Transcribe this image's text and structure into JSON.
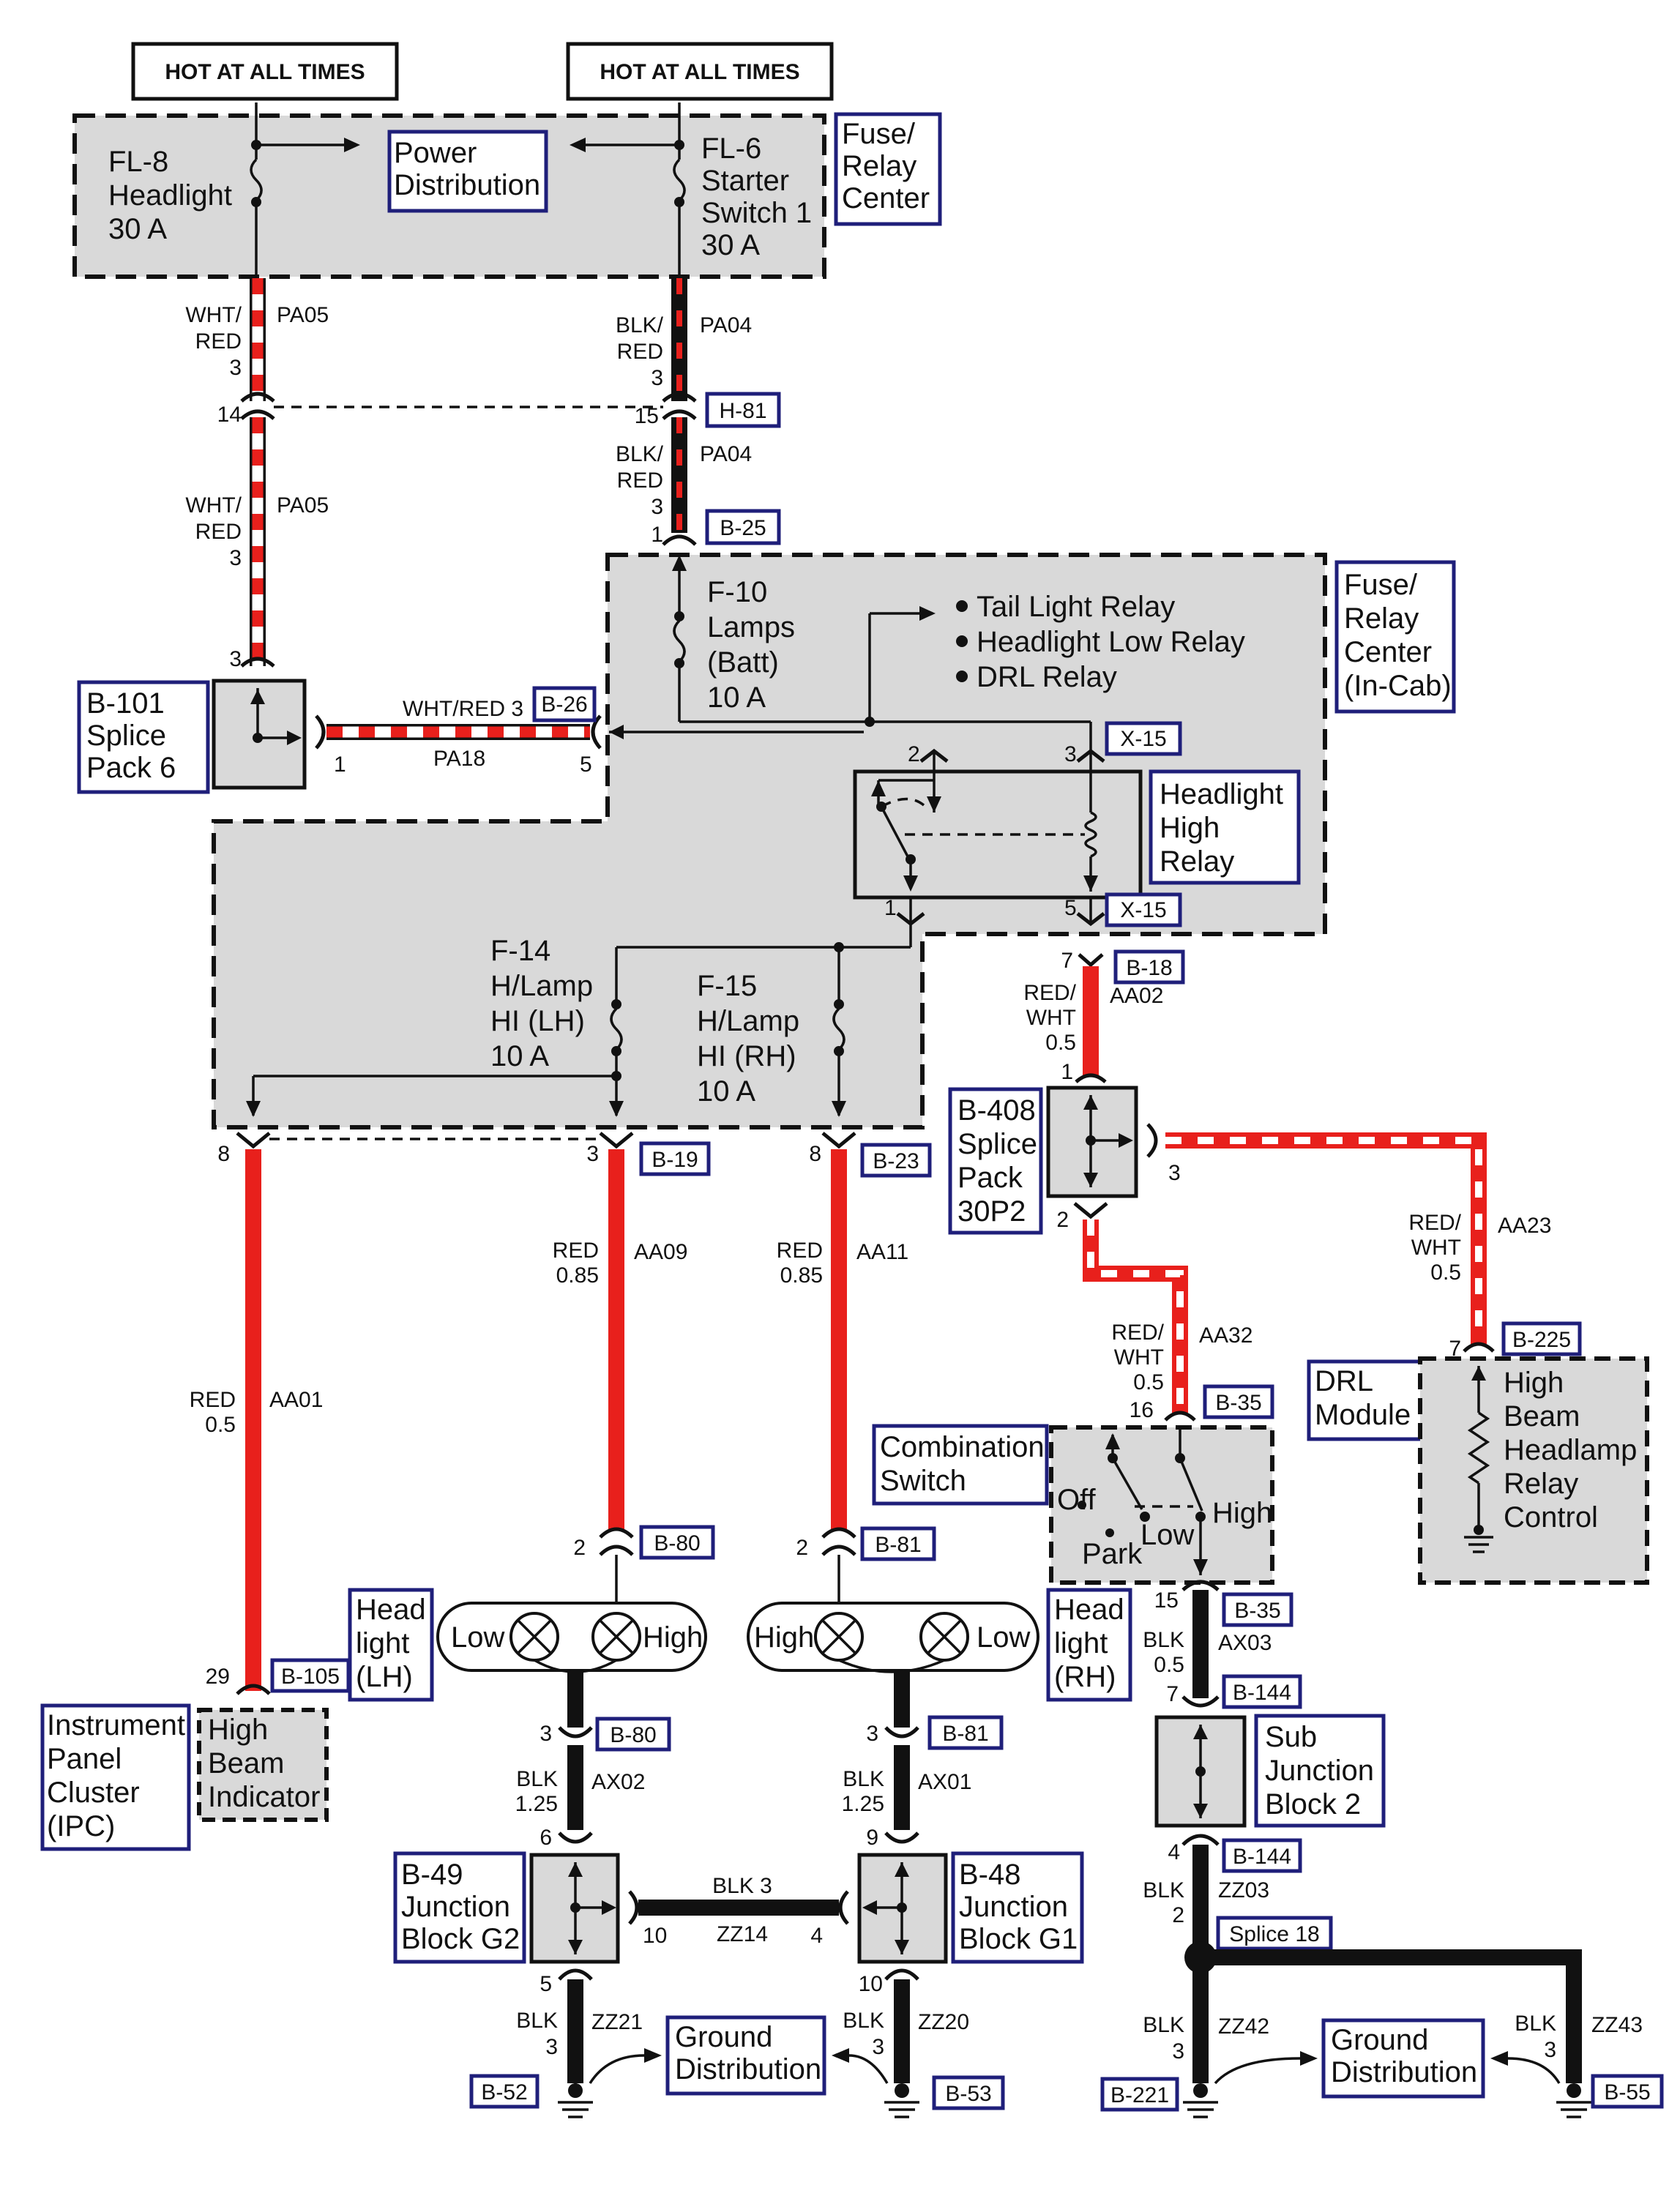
{
  "headers": {
    "hot_left": "HOT AT ALL TIMES",
    "hot_right": "HOT AT ALL TIMES"
  },
  "top_center": {
    "fl8": [
      "FL-8",
      "Headlight",
      "30 A"
    ],
    "power_distribution": [
      "Power",
      "Distribution"
    ],
    "fl6": [
      "FL-6",
      "Starter",
      "Switch 1",
      "30 A"
    ],
    "fuse_relay_center": [
      "Fuse/",
      "Relay",
      "Center"
    ]
  },
  "wires_top": {
    "left_color": [
      "WHT/",
      "RED"
    ],
    "left_size": "3",
    "left_circuit": "PA05",
    "right_color": [
      "BLK/",
      "RED"
    ],
    "right_size": "3",
    "right_circuit": "PA04",
    "pin14": "14",
    "pin15": "15",
    "h81": "H-81",
    "pin1": "1",
    "b25": "B-25",
    "left_pin3": "3"
  },
  "splice_b101": {
    "label": [
      "B-101",
      "Splice",
      "Pack 6"
    ],
    "pa18_color": "WHT/RED 3",
    "pa18_circuit": "PA18",
    "pin1": "1",
    "pin5": "5",
    "b26": "B-26"
  },
  "incab": {
    "f10": [
      "F-10",
      "Lamps",
      "(Batt)",
      "10 A"
    ],
    "relay_list": [
      "Tail Light Relay",
      "Headlight Low Relay",
      "DRL Relay"
    ],
    "center": [
      "Fuse/",
      "Relay",
      "Center",
      "(In-Cab)"
    ],
    "x15_top": "X-15",
    "x15_bottom": "X-15",
    "relay_label": [
      "Headlight",
      "High",
      "Relay"
    ],
    "pins": {
      "p2": "2",
      "p3": "3",
      "p1": "1",
      "p5": "5"
    },
    "f14": [
      "F-14",
      "H/Lamp",
      "HI (LH)",
      "10 A"
    ],
    "f15": [
      "F-15",
      "H/Lamp",
      "HI (RH)",
      "10 A"
    ]
  },
  "lower_wires": {
    "aa01": {
      "pin": "8",
      "color": "RED",
      "size": "0.5",
      "circuit": "AA01"
    },
    "aa09": {
      "pin": "3",
      "conn": "B-19",
      "color": "RED",
      "size": "0.85",
      "circuit": "AA09"
    },
    "aa11": {
      "pin": "8",
      "conn": "B-23",
      "color": "RED",
      "size": "0.85",
      "circuit": "AA11"
    },
    "aa02": {
      "pin": "7",
      "conn": "B-18",
      "color": [
        "RED/",
        "WHT"
      ],
      "size": "0.5",
      "circuit": "AA02",
      "pin_low": "1"
    },
    "b408": [
      "B-408",
      "Splice",
      "Pack",
      "30P2"
    ],
    "b408_pin3": "3",
    "b408_pin2": "2",
    "aa23": {
      "color": [
        "RED/",
        "WHT"
      ],
      "size": "0.5",
      "circuit": "AA23",
      "pin": "7",
      "conn": "B-225"
    },
    "aa32": {
      "color": [
        "RED/",
        "WHT"
      ],
      "size": "0.5",
      "circuit": "AA32",
      "pin": "16",
      "conn": "B-35"
    }
  },
  "drl": {
    "label": [
      "DRL",
      "Module"
    ],
    "body": [
      "High",
      "Beam",
      "Headlamp",
      "Relay",
      "Control"
    ]
  },
  "combo": {
    "label": [
      "Combination",
      "Switch"
    ],
    "off": "Off",
    "park": "Park",
    "low": "Low",
    "high": "High"
  },
  "headlights": {
    "lh_low": "Low",
    "lh_high": "High",
    "rh_high": "High",
    "rh_low": "Low",
    "lh_label": [
      "Head",
      "light",
      "(LH)"
    ],
    "rh_label": [
      "Head",
      "light",
      "(RH)"
    ],
    "b80_top": "B-80",
    "b81_top": "B-81",
    "pin2_l": "2",
    "pin2_r": "2"
  },
  "ipc": {
    "pin": "29",
    "conn": "B-105",
    "label": [
      "Instrument",
      "Panel",
      "Cluster",
      "(IPC)"
    ],
    "body": [
      "High",
      "Beam",
      "Indicator"
    ]
  },
  "grounds": {
    "ax02": {
      "pin": "3",
      "conn": "B-80",
      "color": "BLK",
      "size": "1.25",
      "circuit": "AX02",
      "pin_low": "6"
    },
    "ax01": {
      "pin": "3",
      "conn": "B-81",
      "color": "BLK",
      "size": "1.25",
      "circuit": "AX01",
      "pin_low": "9"
    },
    "ax03": {
      "pin": "15",
      "conn": "B-35",
      "color": "BLK",
      "size": "0.5",
      "circuit": "AX03",
      "pin_low": "7",
      "conn_low": "B-144"
    },
    "b49": [
      "B-49",
      "Junction",
      "Block G2"
    ],
    "b48": [
      "B-48",
      "Junction",
      "Block G1"
    ],
    "zz14": {
      "color": "BLK 3",
      "circuit": "ZZ14",
      "pin_l": "10",
      "pin_r": "4"
    },
    "sub_jb": [
      "Sub",
      "Junction",
      "Block 2"
    ],
    "zz03": {
      "pin": "4",
      "conn": "B-144",
      "color": "BLK",
      "size": "2",
      "circuit": "ZZ03"
    },
    "splice18": "Splice 18",
    "zz21": {
      "pin": "5",
      "color": "BLK",
      "size": "3",
      "circuit": "ZZ21",
      "conn": "B-52"
    },
    "zz20": {
      "pin": "10",
      "color": "BLK",
      "size": "3",
      "circuit": "ZZ20",
      "conn": "B-53"
    },
    "zz42": {
      "color": "BLK",
      "size": "3",
      "circuit": "ZZ42",
      "conn": "B-221"
    },
    "zz43": {
      "color": "BLK",
      "size": "3",
      "circuit": "ZZ43",
      "conn": "B-55"
    },
    "gd_left": [
      "Ground",
      "Distribution"
    ],
    "gd_right": [
      "Ground",
      "Distribution"
    ]
  }
}
